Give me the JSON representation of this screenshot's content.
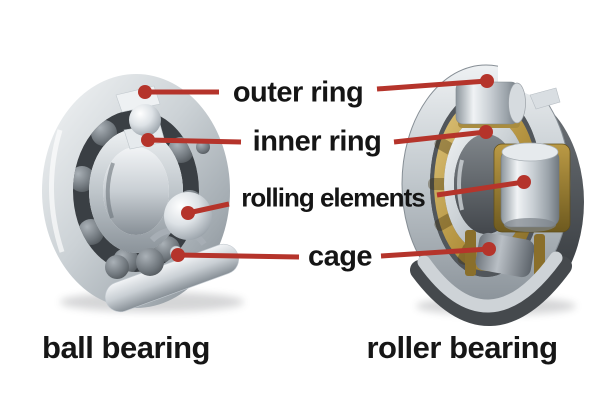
{
  "page": {
    "background": "#ffffff",
    "title": "bearing parts diagram"
  },
  "colors": {
    "connector_red": "#b5342b",
    "label_text": "#151515",
    "brass_cage": "#b3923f",
    "steel_light": "#d7dce0",
    "steel_dark": "#3c4044"
  },
  "annotations": {
    "outer_ring": "outer ring",
    "inner_ring": "inner ring",
    "rolling_elements": "rolling elements",
    "cage": "cage"
  },
  "captions": {
    "ball_bearing": "ball bearing",
    "roller_bearing": "roller bearing"
  }
}
